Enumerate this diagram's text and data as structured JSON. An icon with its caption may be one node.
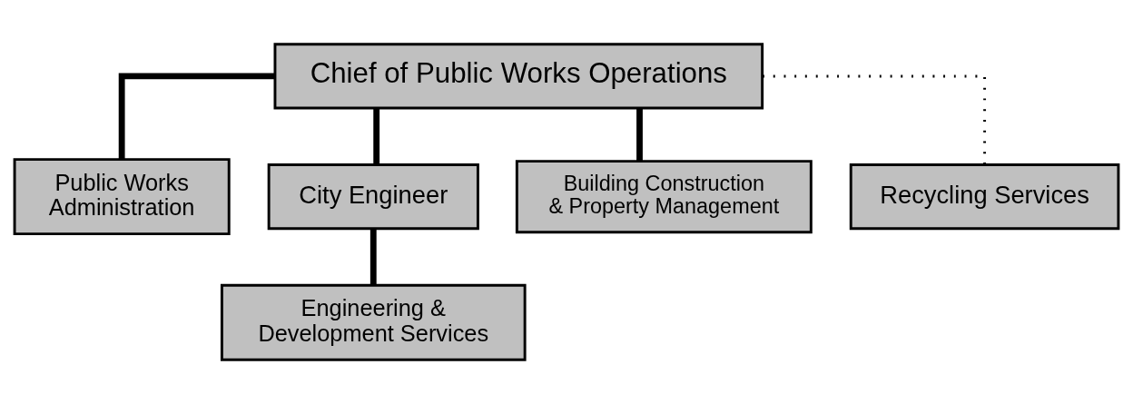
{
  "diagram": {
    "nodes": [
      {
        "text": [
          "Chief of Public Works Operations"
        ]
      },
      {
        "text": [
          "Public Works Administration"
        ]
      },
      {
        "text": [
          "City Engineer"
        ]
      },
      {
        "text": [
          "Building Construction & Property Management"
        ]
      },
      {
        "text": [
          "Recycling Services"
        ]
      },
      {
        "text": [
          "Engineering & Development Services"
        ]
      }
    ],
    "edges": [
      {
        "from": 0,
        "to": 1,
        "arrow": "none"
      },
      {
        "from": 0,
        "to": 2,
        "arrow": "none"
      },
      {
        "from": 0,
        "to": 3,
        "arrow": "none"
      },
      {
        "from": 0,
        "to": 4,
        "arrow": "none",
        "style": "dashed"
      },
      {
        "from": 2,
        "to": 5,
        "arrow": "none"
      }
    ]
  }
}
